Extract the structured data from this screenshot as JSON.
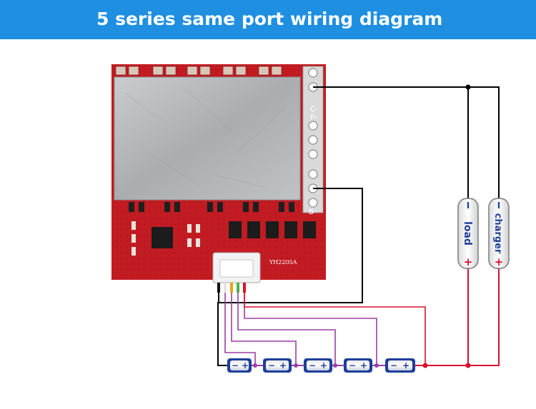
{
  "title": "5 series same port wiring diagram",
  "board": {
    "model": "YH2205A",
    "pad_labels": [
      "C-",
      "P-",
      "B-"
    ]
  },
  "devices": [
    {
      "name": "load",
      "top_sign": "I",
      "bottom_sign": "+"
    },
    {
      "name": "charger",
      "top_sign": "I",
      "bottom_sign": "+"
    }
  ],
  "cells": [
    {
      "neg": "−",
      "pos": "+"
    },
    {
      "neg": "−",
      "pos": "+"
    },
    {
      "neg": "−",
      "pos": "+"
    },
    {
      "neg": "−",
      "pos": "+"
    },
    {
      "neg": "−",
      "pos": "+"
    }
  ],
  "colors": {
    "title_bg": "#1e8fe1",
    "pcb": "#c21b22",
    "heatsink": "#b4b8bb",
    "wire_negative": "#000000",
    "wire_positive": "#d8102b",
    "wire_balance": "#9a3fa4",
    "cell_body": "#1d3f9a"
  }
}
